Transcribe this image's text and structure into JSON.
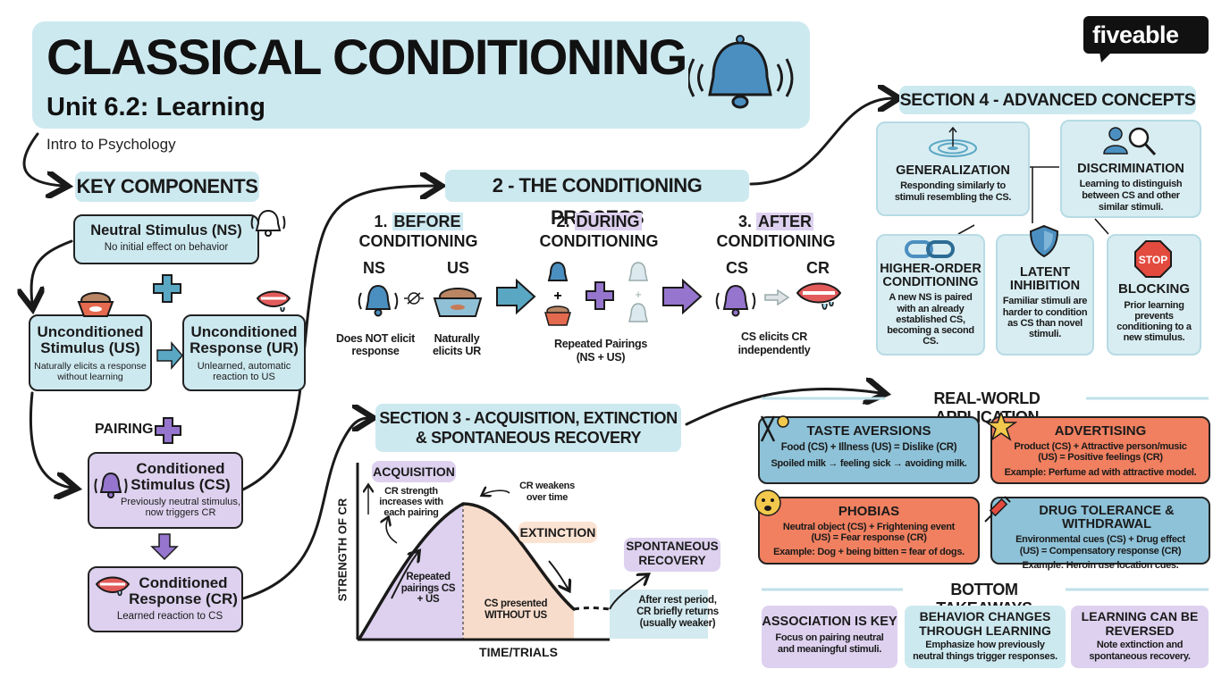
{
  "header": {
    "title": "CLASSICAL CONDITIONING",
    "unit": "Unit 6.2: Learning",
    "course": "Intro to Psychology",
    "brand": "fiveable"
  },
  "key_components": {
    "heading": "KEY COMPONENTS",
    "ns": {
      "title": "Neutral Stimulus (NS)",
      "desc": "No initial effect on behavior"
    },
    "us": {
      "title": "Unconditioned Stimulus (US)",
      "desc": "Naturally elicits a response without learning"
    },
    "ur": {
      "title": "Unconditioned Response (UR)",
      "desc": "Unlearned, automatic reaction to US"
    },
    "pairing": "PAIRING",
    "cs": {
      "title": "Conditioned Stimulus (CS)",
      "desc": "Previously neutral stimulus, now triggers CR"
    },
    "cr": {
      "title": "Conditioned Response (CR)",
      "desc": "Learned reaction to CS"
    }
  },
  "process": {
    "heading": "2 - THE CONDITIONING PROCESS",
    "before": {
      "num": "1.",
      "word": "BEFORE",
      "rest": "CONDITIONING",
      "ns": "NS",
      "us": "US",
      "ns_caption": "Does NOT elicit response",
      "us_caption": "Naturally elicits UR"
    },
    "during": {
      "num": "2.",
      "word": "DURING",
      "rest": "CONDITIONING",
      "caption": "Repeated Pairings (NS + US)"
    },
    "after": {
      "num": "3.",
      "word": "AFTER",
      "rest": "CONDITIONING",
      "cs": "CS",
      "cr": "CR",
      "caption": "CS elicits CR independently"
    }
  },
  "section3": {
    "heading_line1": "SECTION 3 - ACQUISITION, EXTINCTION",
    "heading_line2": "& SPONTANEOUS RECOVERY",
    "acquisition": "ACQUISITION",
    "acq_note": "CR strength increases with each pairing",
    "weakens": "CR weakens over time",
    "extinction": "EXTINCTION",
    "spontaneous": "SPONTANEOUS RECOVERY",
    "repeated": "Repeated pairings CS + US",
    "without": "CS presented WITHOUT US",
    "after_rest": "After rest period, CR briefly returns (usually weaker)",
    "ylabel": "STRENGTH OF CR",
    "xlabel": "TIME/TRIALS"
  },
  "section4": {
    "heading": "SECTION 4 - ADVANCED CONCEPTS",
    "generalization": {
      "title": "GENERALIZATION",
      "desc": "Responding similarly to stimuli resembling the CS."
    },
    "discrimination": {
      "title": "DISCRIMINATION",
      "desc": "Learning to distinguish between CS and other similar stimuli."
    },
    "higher": {
      "title": "HIGHER-ORDER CONDITIONING",
      "desc": "A new NS is paired with an already established CS, becoming a second CS."
    },
    "latent": {
      "title": "LATENT INHIBITION",
      "desc": "Familiar stimuli are harder to condition as CS than novel stimuli."
    },
    "blocking": {
      "title": "BLOCKING",
      "desc": "Prior learning prevents conditioning to a new stimulus.",
      "sign": "STOP"
    }
  },
  "realworld": {
    "heading": "REAL-WORLD APPLICATION",
    "taste": {
      "title": "TASTE AVERSIONS",
      "line1": "Food (CS) + Illness (US) = Dislike (CR)",
      "line2": "Spoiled milk → feeling sick → avoiding milk."
    },
    "advertising": {
      "title": "ADVERTISING",
      "line1": "Product (CS) + Attractive person/music (US) = Positive feelings (CR)",
      "line2": "Example: Perfume ad with attractive model."
    },
    "phobias": {
      "title": "PHOBIAS",
      "line1": "Neutral object (CS) + Frightening event (US) = Fear response (CR)",
      "line2": "Example: Dog + being bitten = fear of dogs."
    },
    "drug": {
      "title": "DRUG TOLERANCE & WITHDRAWAL",
      "line1": "Environmental cues (CS) + Drug effect (US) = Compensatory response (CR)",
      "line2": "Example: Heroin use location cues."
    }
  },
  "takeaways": {
    "heading": "BOTTOM TAKEAWAYS",
    "t1": {
      "title": "ASSOCIATION IS KEY",
      "desc": "Focus on pairing neutral and meaningful stimuli."
    },
    "t2": {
      "title": "BEHAVIOR CHANGES THROUGH LEARNING",
      "desc": "Emphasize how previously neutral things trigger responses."
    },
    "t3": {
      "title": "LEARNING CAN BE REVERSED",
      "desc": "Note extinction and spontaneous recovery."
    }
  },
  "colors": {
    "blue": "#cde9f0",
    "purple": "#ddd1ef",
    "orange": "#f08060",
    "accent_blue": "#5aa7c4",
    "accent_purple": "#9575cd",
    "ink": "#1a1a1a"
  }
}
